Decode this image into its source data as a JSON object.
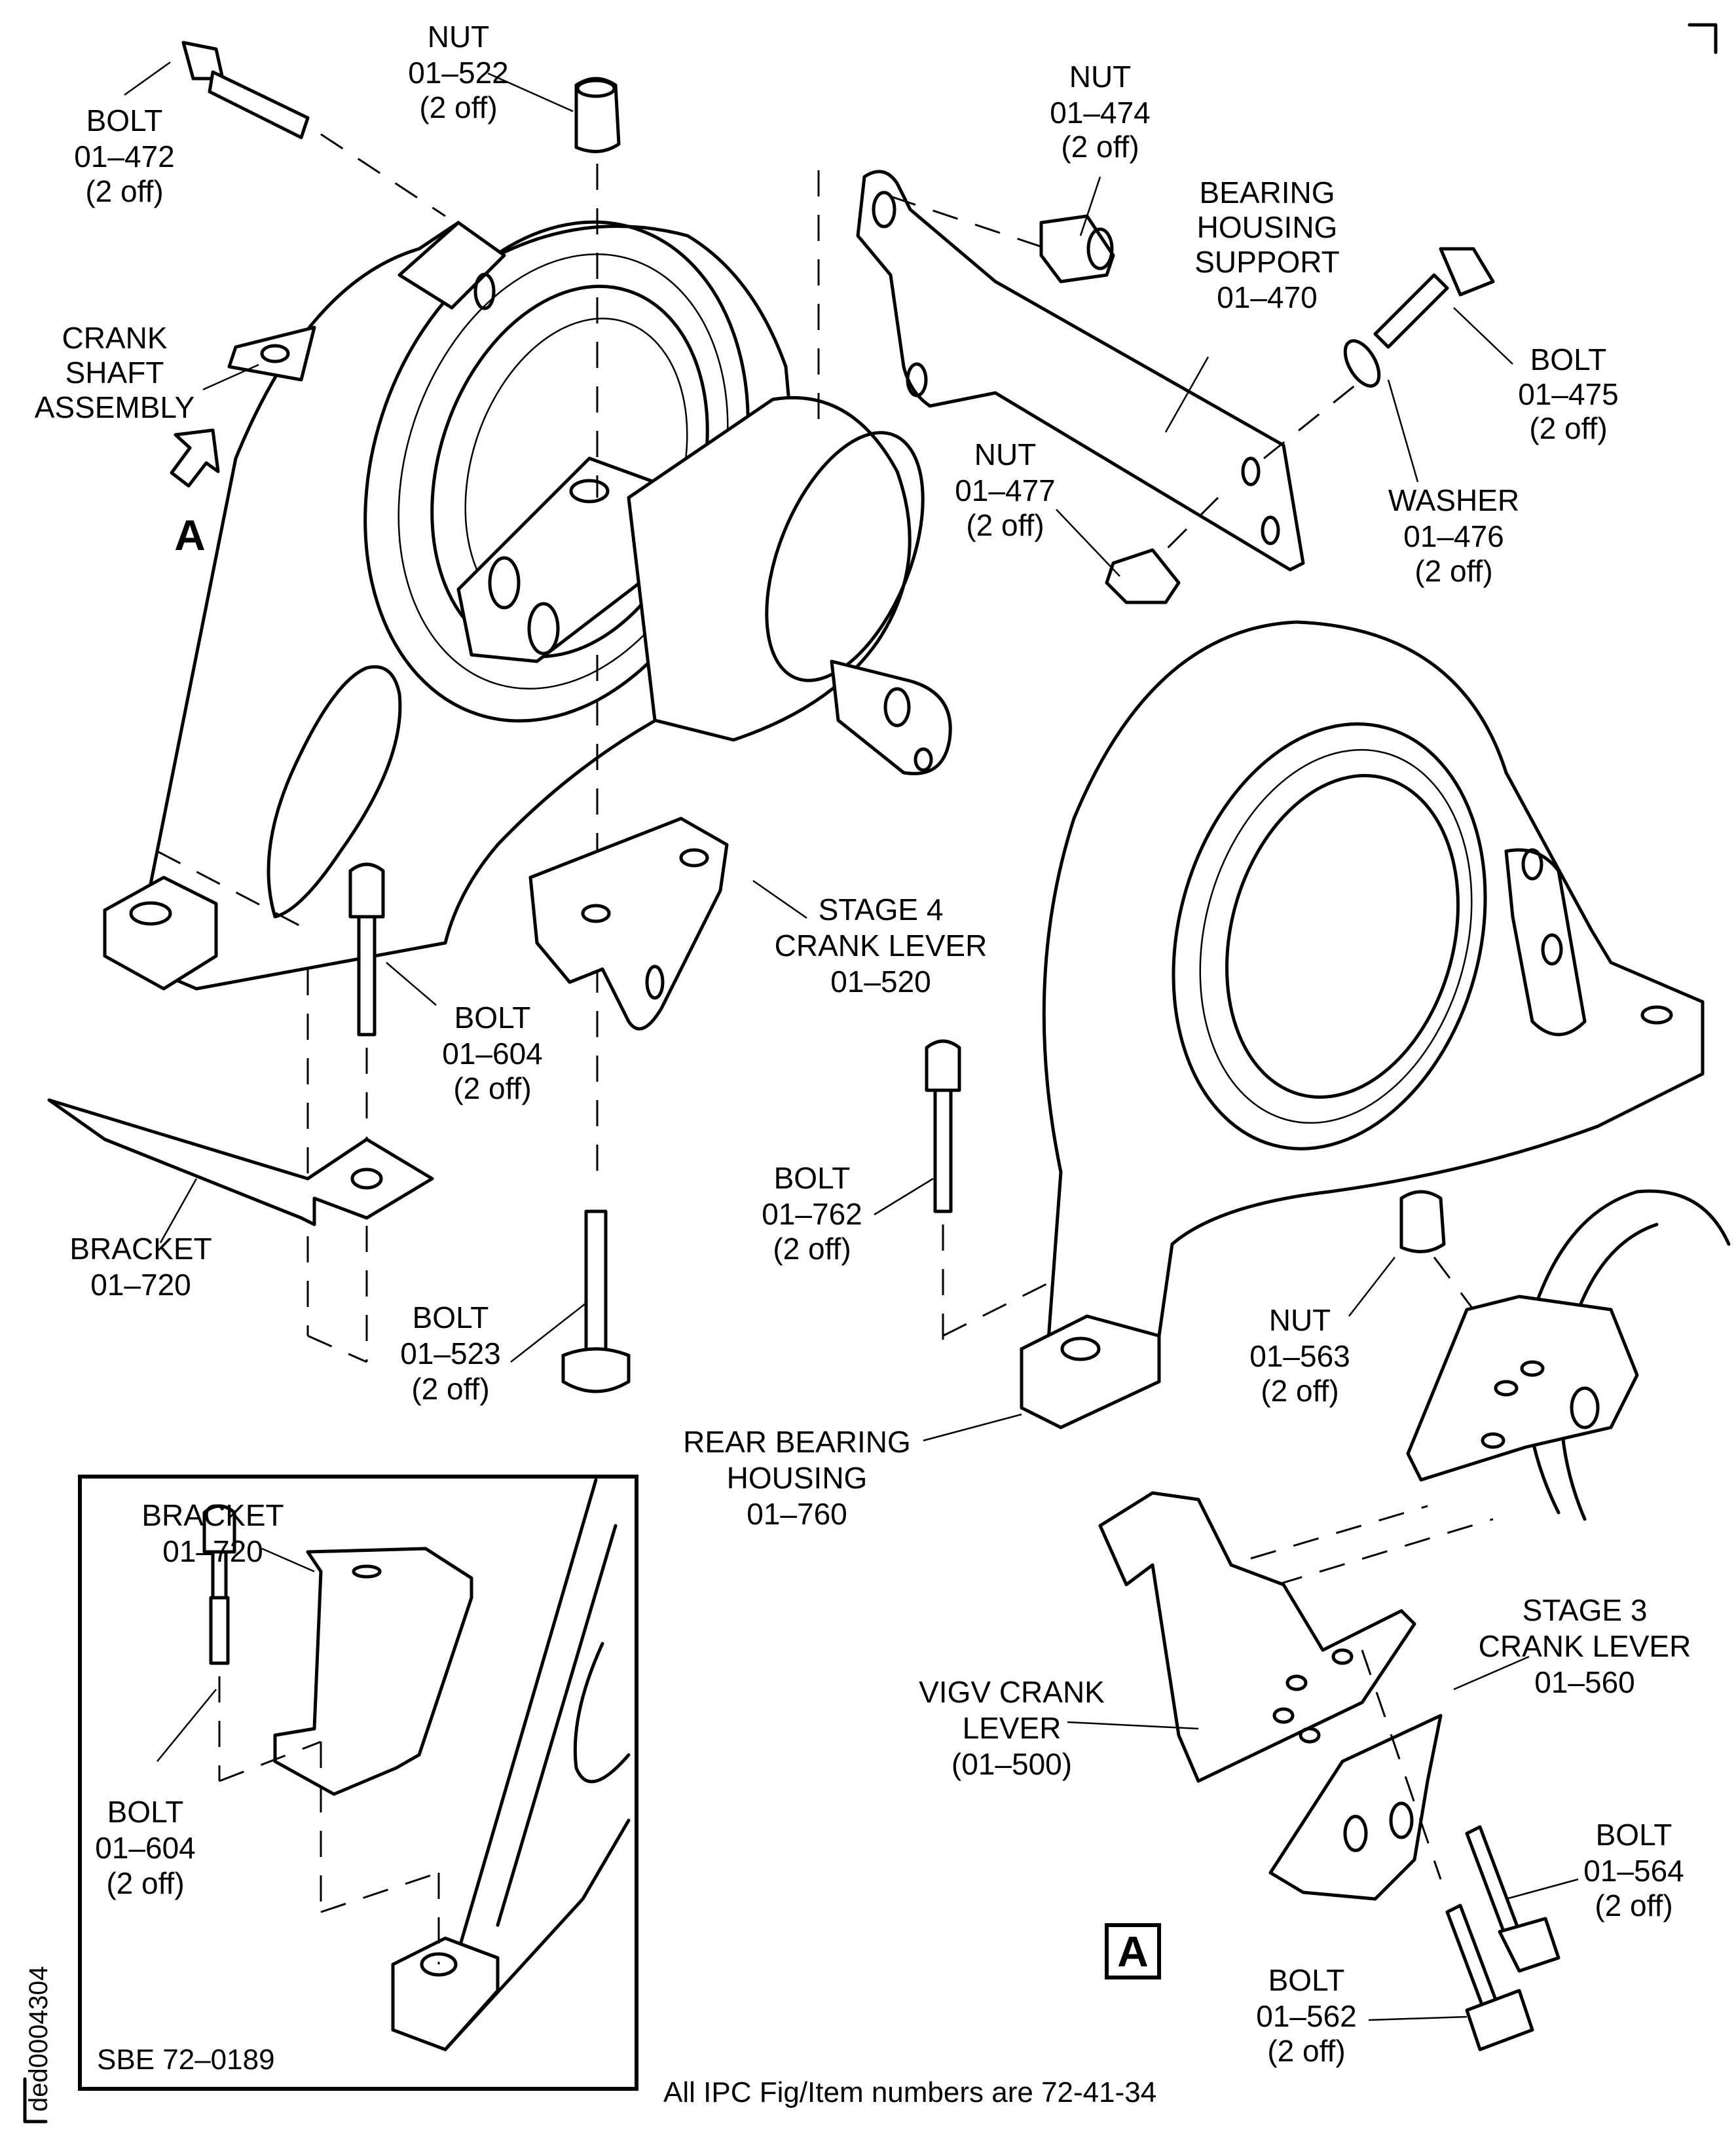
{
  "figure": {
    "document_id": "ded0004304",
    "footnote": "All IPC Fig/Item numbers are 72-41-34",
    "view_marker": "A",
    "view_arrow_label": "A"
  },
  "callouts": [
    {
      "id": "bolt-01-472",
      "lines": [
        "BOLT",
        "01–472",
        "(2 off)"
      ]
    },
    {
      "id": "nut-01-522",
      "lines": [
        "NUT",
        "01–522",
        "(2 off)"
      ]
    },
    {
      "id": "nut-01-474",
      "lines": [
        "NUT",
        "01–474",
        "(2 off)"
      ]
    },
    {
      "id": "bearing-housing-support-01-470",
      "lines": [
        "BEARING",
        "HOUSING",
        "SUPPORT",
        "01–470"
      ]
    },
    {
      "id": "bolt-01-475",
      "lines": [
        "BOLT",
        "01–475",
        "(2 off)"
      ]
    },
    {
      "id": "washer-01-476",
      "lines": [
        "WASHER",
        "01–476",
        "(2 off)"
      ]
    },
    {
      "id": "nut-01-477",
      "lines": [
        "NUT",
        "01–477",
        "(2 off)"
      ]
    },
    {
      "id": "crank-shaft-assembly",
      "lines": [
        "CRANK",
        "SHAFT",
        "ASSEMBLY"
      ]
    },
    {
      "id": "stage-4-crank-lever-01-520",
      "lines": [
        "STAGE 4",
        "CRANK LEVER",
        "01–520"
      ]
    },
    {
      "id": "bolt-01-604",
      "lines": [
        "BOLT",
        "01–604",
        "(2 off)"
      ]
    },
    {
      "id": "bracket-01-720",
      "lines": [
        "BRACKET",
        "01–720"
      ]
    },
    {
      "id": "bolt-01-523",
      "lines": [
        "BOLT",
        "01–523",
        "(2 off)"
      ]
    },
    {
      "id": "bolt-01-762",
      "lines": [
        "BOLT",
        "01–762",
        "(2 off)"
      ]
    },
    {
      "id": "rear-bearing-housing-01-760",
      "lines": [
        "REAR BEARING",
        "HOUSING",
        "01–760"
      ]
    },
    {
      "id": "nut-01-563",
      "lines": [
        "NUT",
        "01–563",
        "(2 off)"
      ]
    },
    {
      "id": "stage-3-crank-lever-01-560",
      "lines": [
        "STAGE 3",
        "CRANK LEVER",
        "01–560"
      ]
    },
    {
      "id": "vigv-crank-lever-01-500",
      "lines": [
        "VIGV CRANK",
        "LEVER",
        "(01–500)"
      ]
    },
    {
      "id": "bolt-01-564",
      "lines": [
        "BOLT",
        "01–564",
        "(2 off)"
      ]
    },
    {
      "id": "bolt-01-562",
      "lines": [
        "BOLT",
        "01–562",
        "(2 off)"
      ]
    }
  ],
  "inset": {
    "reference": "SBE 72–0189",
    "callouts": [
      {
        "id": "inset-bracket-01-720",
        "lines": [
          "BRACKET",
          "01–720"
        ]
      },
      {
        "id": "inset-bolt-01-604",
        "lines": [
          "BOLT",
          "01–604",
          "(2 off)"
        ]
      }
    ]
  }
}
